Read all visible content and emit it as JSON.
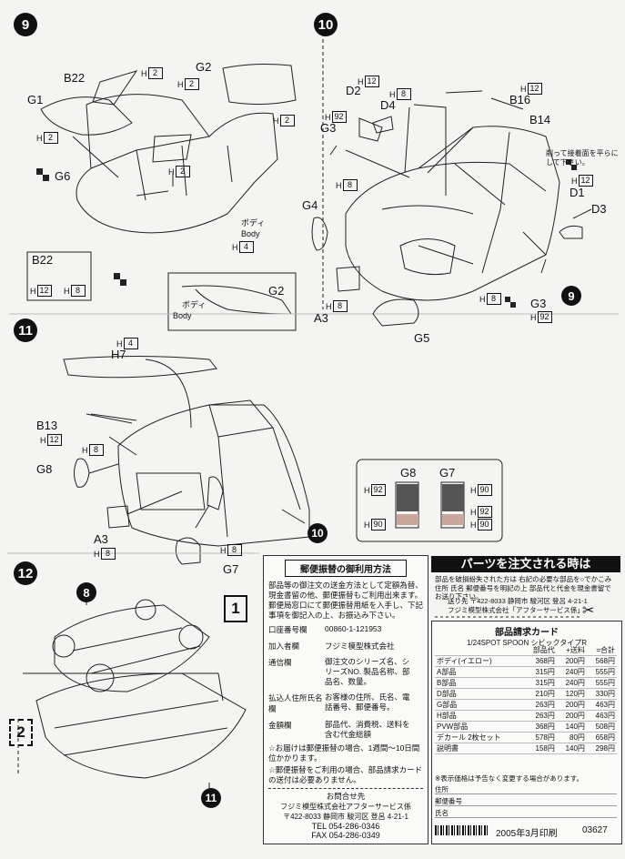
{
  "steps": {
    "s9": "9",
    "s10": "10",
    "s11": "11",
    "s12": "12"
  },
  "step9": {
    "labels": {
      "b22": "B22",
      "g1": "G1",
      "g2": "G2",
      "g6": "G6",
      "body_jp": "ボディ",
      "body_en": "Body",
      "b22b": "B22",
      "g2b": "G2",
      "body_jp2": "ボディ",
      "body_en2": "Body"
    },
    "h": "H",
    "h2": "2",
    "h4": "4",
    "h12": "12",
    "h8": "8"
  },
  "step10": {
    "labels": {
      "d2": "D2",
      "d4": "D4",
      "b16": "B16",
      "b14": "B14",
      "g3": "G3",
      "g4": "G4",
      "d1": "D1",
      "d3": "D3",
      "a3": "A3",
      "g5": "G5",
      "g3b": "G3",
      "note": "削って接着面を平らにして下さい。"
    },
    "h12": "12",
    "h8": "8",
    "h92": "92",
    "step_ref": "9"
  },
  "step11": {
    "labels": {
      "h7": "H7",
      "b13": "B13",
      "g8": "G8",
      "a3": "A3",
      "g7": "G7",
      "g8b": "G8",
      "g7b": "G7"
    },
    "h4": "4",
    "h12": "12",
    "h8": "8",
    "h90": "90",
    "h92": "92",
    "step_ref": "10"
  },
  "step12": {
    "ref8": "8",
    "ref11": "11",
    "arrow1": "1",
    "arrow2": "2"
  },
  "postal": {
    "title": "郵便振替の御利用方法",
    "intro": "部品等の御注文の送金方法として定額為替、現金書留の他、郵便振替もご利用出来ます。郵便局窓口にて郵便振替用紙を入手し、下記事項を御記入の上、お振込み下さい。",
    "rows": [
      {
        "k": "口座番号欄",
        "v": "00860-1-121953"
      },
      {
        "k": "加入者欄",
        "v": "フジミ模型株式会社"
      },
      {
        "k": "通信欄",
        "v": "御注文のシリーズ名、シリーズNO. 製品名称、部品名、数量。"
      },
      {
        "k": "払込人住所氏名欄",
        "v": "お客様の住所、氏名、電話番号、郵便番号。"
      },
      {
        "k": "金額欄",
        "v": "部品代、消費税、送料を含む代金総額"
      }
    ],
    "note1": "☆お届けは郵便振替の場合、1週間〜10日間位かかります。",
    "note2": "☆郵便振替をご利用の場合、部品請求カードの送付は必要ありません。",
    "contact_title": "お問合せ先",
    "company": "フジミ模型株式会社アフターサービス係",
    "address": "〒422-8033 静岡市 駿河区 登呂 4-21-1",
    "tel": "TEL 054-286-0346",
    "fax": "FAX 054-286-0349"
  },
  "order": {
    "title": "パーツを注文される時は",
    "line1": "部品を破損紛失された方は 右記の必要な部品を○でかこみ 住所 氏名 郵便番号を明記の上 部品代と代金を現金書留でお送り下さい。",
    "line2": "送り先 〒422-8033 静岡市 駿河区 登呂 4-21-1",
    "line3": "フジミ模型株式会社「アフターサービス係」",
    "card_title": "部品請求カード",
    "product": "1/24SPOT SPOON シビックタイプR",
    "headers": [
      "",
      "部品代",
      "+送料",
      "=合計"
    ],
    "rows": [
      [
        "ボディ(イエロー)",
        "368円",
        "200円",
        "568円"
      ],
      [
        "A部品",
        "315円",
        "240円",
        "555円"
      ],
      [
        "B部品",
        "315円",
        "240円",
        "555円"
      ],
      [
        "D部品",
        "210円",
        "120円",
        "330円"
      ],
      [
        "G部品",
        "263円",
        "200円",
        "463円"
      ],
      [
        "H部品",
        "263円",
        "200円",
        "463円"
      ],
      [
        "PVW部品",
        "368円",
        "140円",
        "508円"
      ],
      [
        "デカール 2枚セット",
        "578円",
        "80円",
        "658円"
      ],
      [
        "説明書",
        "158円",
        "140円",
        "298円"
      ]
    ],
    "note": "※表示価格は予告なく変更する場合があります。",
    "fields": [
      "住所",
      "郵便番号",
      "氏名"
    ],
    "print_date": "2005年3月印刷",
    "code": "03627"
  }
}
